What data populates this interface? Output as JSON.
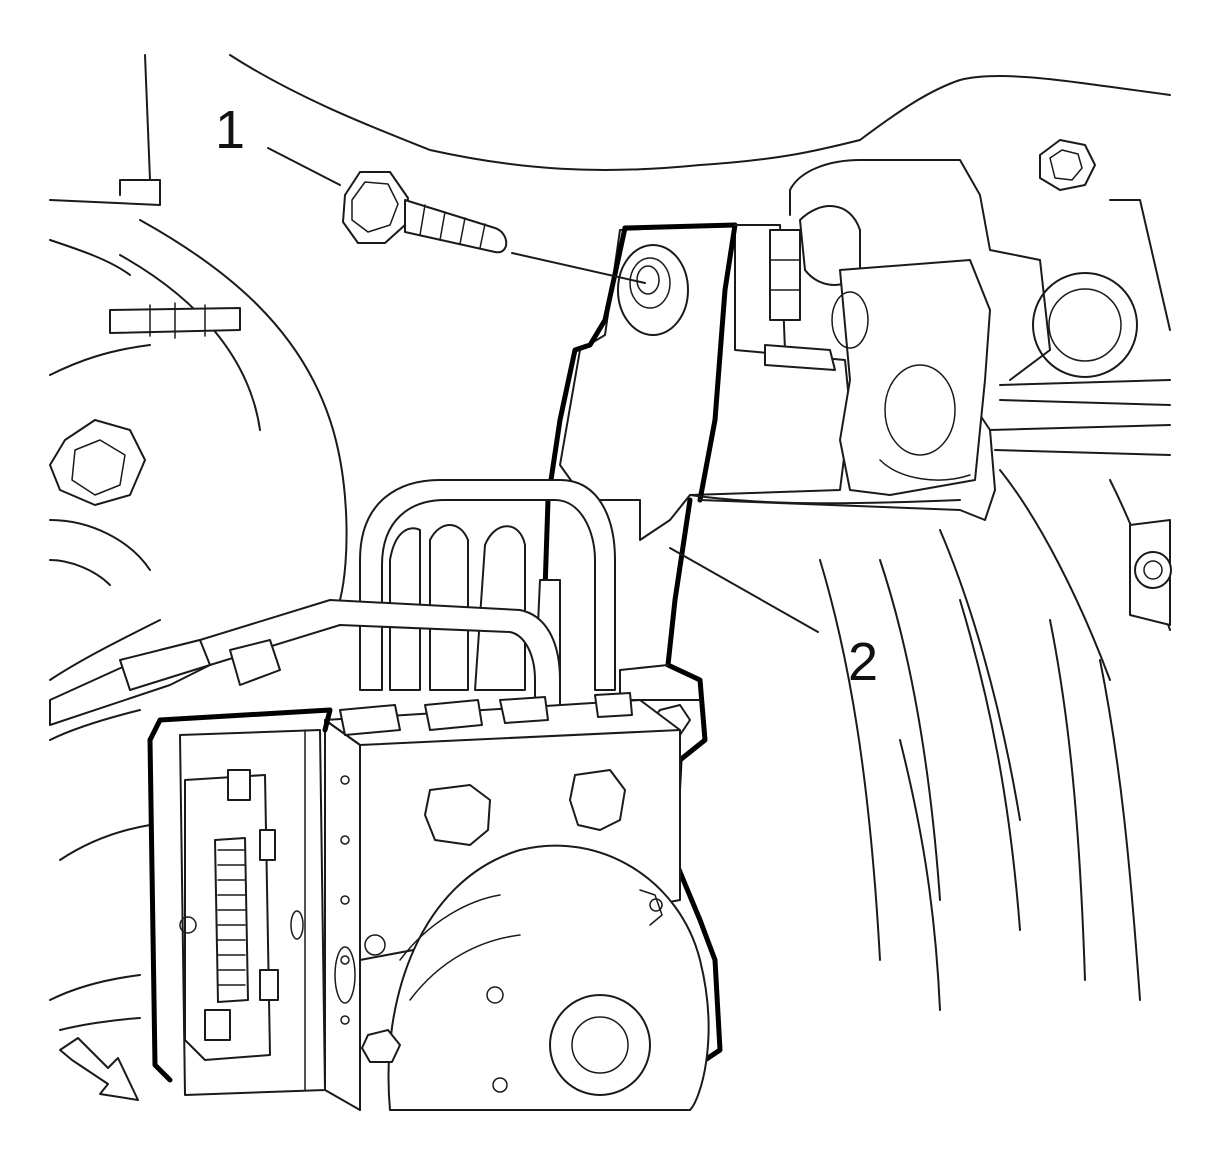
{
  "callouts": [
    {
      "id": "1",
      "label": "1"
    },
    {
      "id": "2",
      "label": "2"
    }
  ],
  "colors": {
    "line": "#1a1a1a",
    "highlight": "#000000",
    "background": "#ffffff"
  },
  "icons": {
    "view_direction": "forward-arrow-icon"
  }
}
